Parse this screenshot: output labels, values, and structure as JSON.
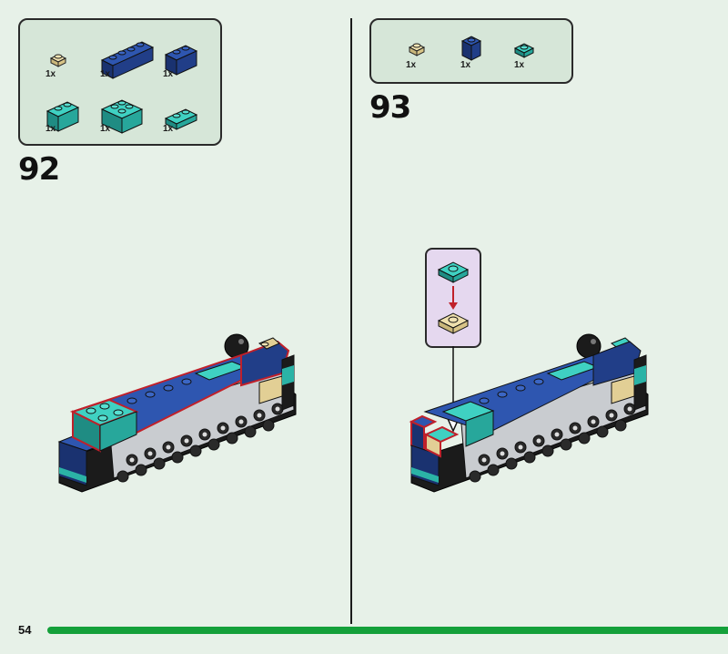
{
  "page": {
    "number": "54"
  },
  "steps": [
    {
      "number": "92",
      "parts": [
        {
          "qty": "1x",
          "color": "tan",
          "shape": "plate-1x1-round"
        },
        {
          "qty": "1x",
          "color": "dark-blue",
          "shape": "brick-1x4"
        },
        {
          "qty": "1x",
          "color": "dark-blue",
          "shape": "brick-1x2"
        },
        {
          "qty": "1x",
          "color": "dark-turquoise",
          "shape": "brick-1x2"
        },
        {
          "qty": "1x",
          "color": "dark-turquoise",
          "shape": "brick-2x2"
        },
        {
          "qty": "1x",
          "color": "dark-turquoise",
          "shape": "plate-1x2"
        }
      ]
    },
    {
      "number": "93",
      "parts": [
        {
          "qty": "1x",
          "color": "tan",
          "shape": "plate-1x1-round"
        },
        {
          "qty": "1x",
          "color": "dark-blue",
          "shape": "brick-1x1"
        },
        {
          "qty": "1x",
          "color": "dark-turquoise",
          "shape": "plate-1x1"
        }
      ]
    }
  ],
  "colors": {
    "background": "#e7f1e8",
    "callout": "#d6e6d8",
    "sub_callout": "#e5d8ef",
    "dark_blue": "#1f3f8a",
    "turquoise": "#2bb3a6",
    "tan": "#e2cf95",
    "light_gray": "#c9ccd0",
    "black": "#1b1b1b",
    "highlight_outline": "#c0202a",
    "progress_bar": "#14a03a"
  }
}
